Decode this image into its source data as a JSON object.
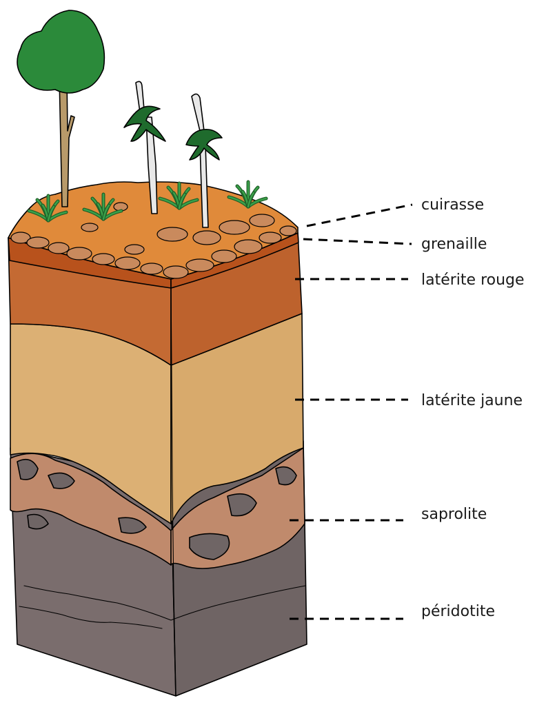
{
  "diagram": {
    "layers": [
      {
        "id": "cuirasse",
        "label": "cuirasse",
        "color": "#e08a3a"
      },
      {
        "id": "grenaille",
        "label": "grenaille",
        "color": "#c2703d"
      },
      {
        "id": "laterite-rouge",
        "label": "latérite rouge",
        "color": "#c46a33"
      },
      {
        "id": "laterite-jaune",
        "label": "latérite jaune",
        "color": "#dcb074"
      },
      {
        "id": "saprolite",
        "label": "saprolite",
        "color": "#c08a6c"
      },
      {
        "id": "peridotite",
        "label": "péridotite",
        "color": "#7a6d6d"
      }
    ],
    "colors": {
      "soil_surface": "#e08a3a",
      "nodule": "#c98a5d",
      "red_band": "#b8521c",
      "red_layer": "#c46a33",
      "yellow_layer": "#dcb074",
      "grey_rock": "#7a6d6d",
      "saprolite_patch": "#c08a6c",
      "foliage": "#2b8a3a",
      "palm": "#1f6b2d",
      "trunk": "#b89a6a"
    }
  }
}
